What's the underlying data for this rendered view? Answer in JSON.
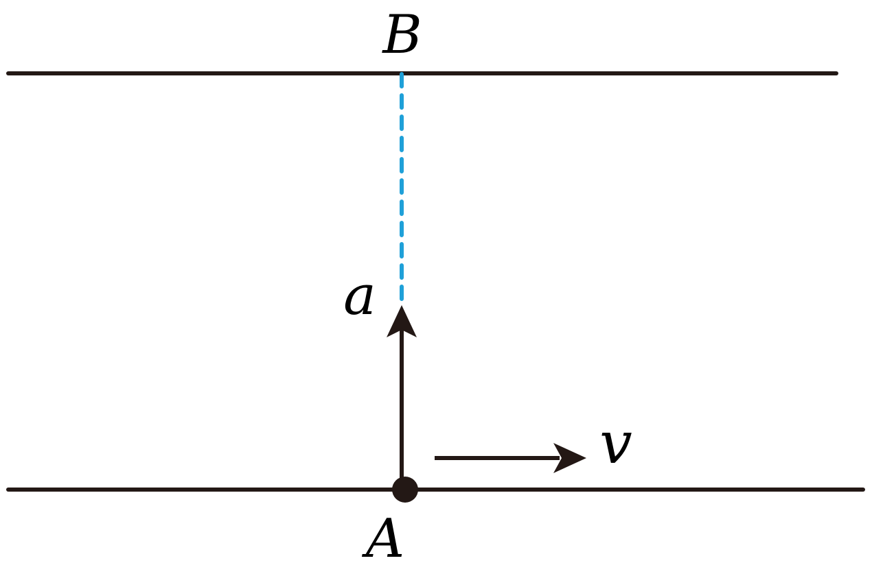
{
  "labels": {
    "point_a": "A",
    "point_b": "B",
    "acceleration": "a",
    "velocity": "v"
  },
  "colors": {
    "line": "#231815",
    "dashed_path": "#1fa0d8",
    "text": "#000000"
  }
}
